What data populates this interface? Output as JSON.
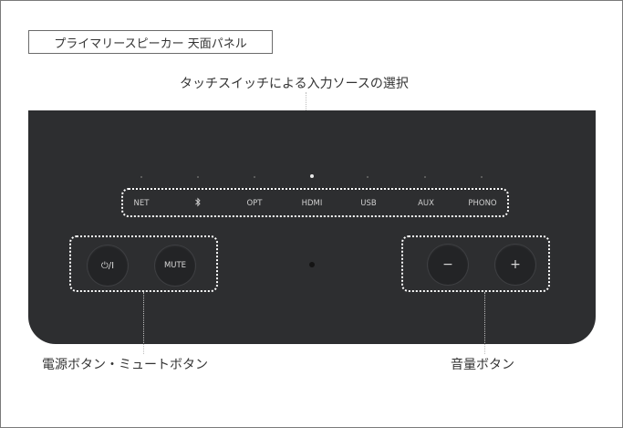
{
  "title": "プライマリースピーカー 天面パネル",
  "callouts": {
    "touch_switch": "タッチスイッチによる入力ソースの選択",
    "power_mute": "電源ボタン・ミュートボタン",
    "volume": "音量ボタン"
  },
  "sources": [
    {
      "label": "NET",
      "icon": ""
    },
    {
      "label": "",
      "icon": "bluetooth-icon"
    },
    {
      "label": "OPT",
      "icon": ""
    },
    {
      "label": "HDMI",
      "icon": ""
    },
    {
      "label": "USB",
      "icon": ""
    },
    {
      "label": "AUX",
      "icon": ""
    },
    {
      "label": "PHONO",
      "icon": ""
    }
  ],
  "active_indicator_index": 3,
  "buttons": {
    "power": "⏻/I",
    "mute": "MUTE",
    "volume_down": "−",
    "volume_up": "+"
  },
  "colors": {
    "panel": "#2d2e30",
    "highlight": "#ffffff"
  }
}
